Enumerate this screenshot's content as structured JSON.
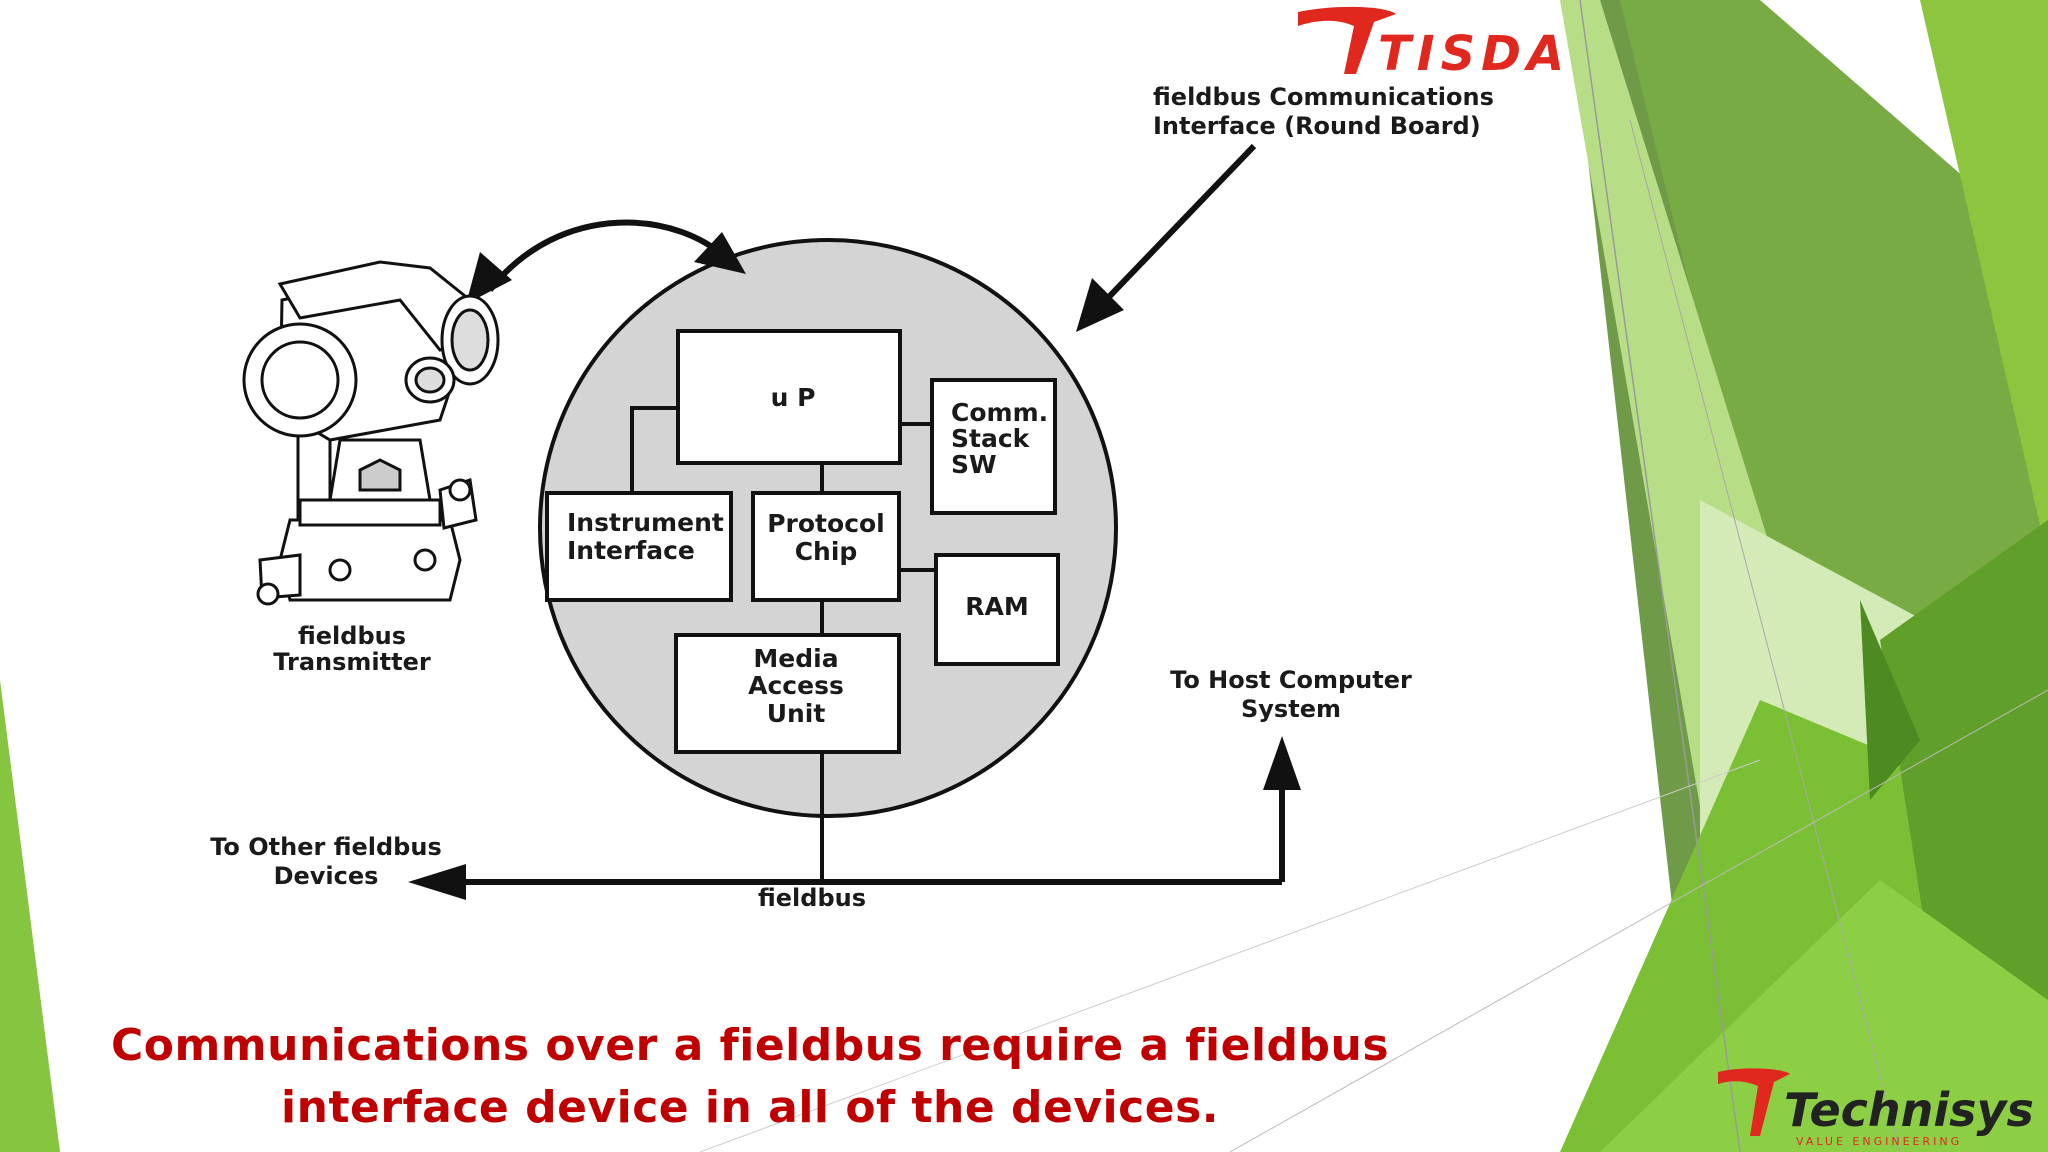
{
  "header": {
    "brand_logo_text": "TISDA"
  },
  "diagram": {
    "interface_label": [
      "fieldbus Communications",
      "Interface (Round Board)"
    ],
    "transmitter_label": [
      "fieldbus",
      "Transmitter"
    ],
    "blocks": {
      "up": [
        "u P"
      ],
      "comm_stack": [
        "Comm.",
        "Stack",
        "SW"
      ],
      "instrument_interface": [
        "Instrument",
        "Interface"
      ],
      "protocol_chip": [
        "Protocol",
        "Chip"
      ],
      "ram": [
        "RAM"
      ],
      "mau": [
        "Media",
        "Access",
        "Unit"
      ]
    },
    "to_host": [
      "To Host Computer",
      "System"
    ],
    "to_other": [
      "To Other fieldbus",
      "Devices"
    ],
    "bus_label": "fieldbus"
  },
  "caption": {
    "line1": "Communications over a fieldbus require a fieldbus",
    "line2": "interface device in all of the devices."
  },
  "footer": {
    "logo_text": "Technisys",
    "logo_tagline": "VALUE ENGINEERING"
  },
  "colors": {
    "caption": "#c00000",
    "logo_red": "#e0281e",
    "green_light": "#9bd34a",
    "green_dark": "#5a9a2a",
    "board_fill": "#d4d4d4"
  }
}
